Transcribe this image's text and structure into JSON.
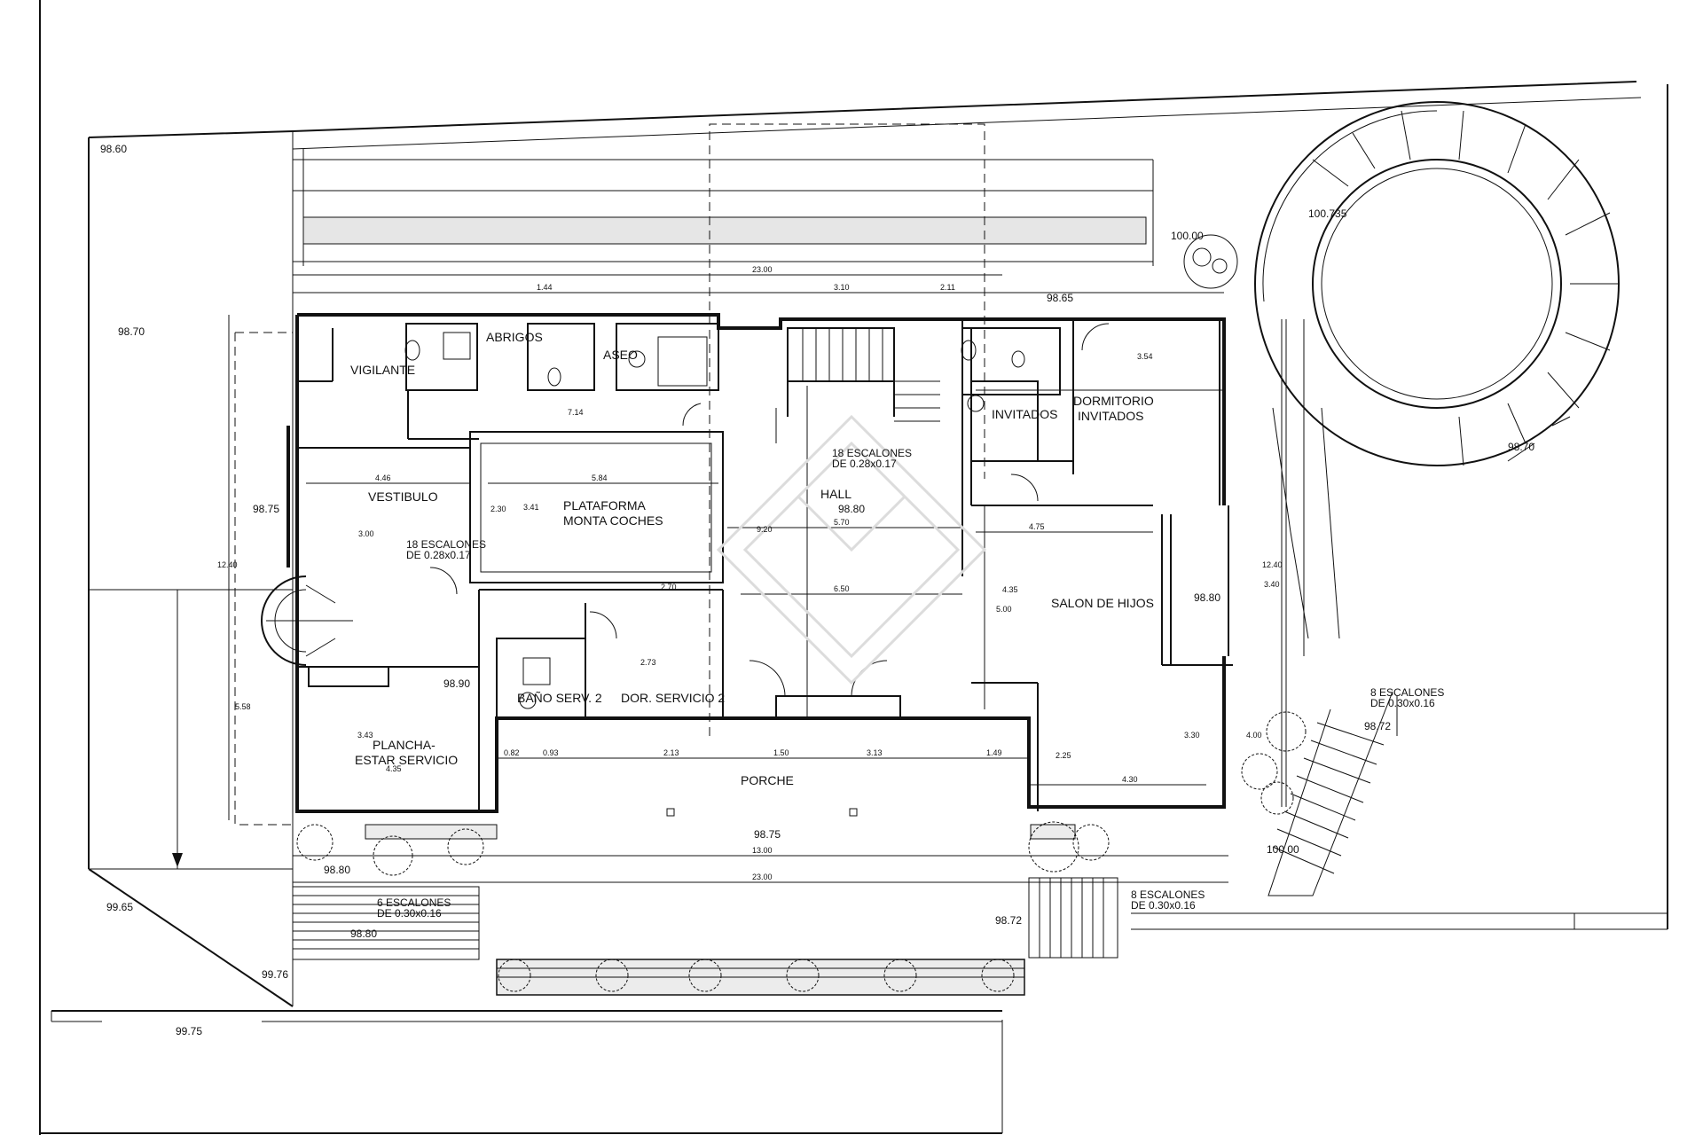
{
  "rooms": {
    "vigilante": "VIGILANTE",
    "abrigos": "ABRIGOS",
    "aseo": "ASEO",
    "vestibulo": "VESTIBULO",
    "plataforma_1": "PLATAFORMA",
    "plataforma_2": "MONTA COCHES",
    "hall": "HALL",
    "invitados": "INVITADOS",
    "dormitorio_1": "DORMITORIO",
    "dormitorio_2": "INVITADOS",
    "salon_hijos": "SALON DE HIJOS",
    "bano_serv": "BAÑO SERV. 2",
    "dor_servicio": "DOR. SERVICIO 2",
    "plancha_1": "PLANCHA-",
    "plancha_2": "ESTAR SERVICIO",
    "porche": "PORCHE"
  },
  "elevations": {
    "e1": "98.60",
    "e2": "98.70",
    "e3": "98.75",
    "e4": "98.90",
    "e5": "98.80",
    "e6": "98.75",
    "e7": "99.65",
    "e8": "98.80",
    "e9": "99.76",
    "e10": "99.75",
    "e11": "98.72",
    "e12": "98.80",
    "e13": "100.735",
    "e14": "100.00",
    "e15": "98.65",
    "e16": "98.70",
    "e17": "98.72",
    "e18": "100.00",
    "e19": "98.80"
  },
  "stairs": {
    "s1_a": "18 ESCALONES",
    "s1_b": "DE 0.28x0.17",
    "s2_a": "18 ESCALONES",
    "s2_b": "DE 0.28x0.17",
    "s3_a": "6 ESCALONES",
    "s3_b": "DE 0.30x0.16",
    "s4_a": "8 ESCALONES",
    "s4_b": "DE 0.30x0.16",
    "s5_a": "8 ESCALONES",
    "s5_b": "DE 0.30x0.16"
  },
  "dimensions": {
    "total_top": "23.00",
    "total_bottom": "23.00",
    "porch_13": "13.00",
    "left_1240": "12.40",
    "right_1240": "12.40",
    "d_584": "5.84",
    "d_570": "5.70",
    "d_650": "6.50",
    "d_446": "4.46",
    "d_435a": "4.35",
    "d_435b": "4.35",
    "d_714": "7.14",
    "d_310": "3.10",
    "d_211": "2.11",
    "d_144": "1.44",
    "d_475": "4.75",
    "d_430": "4.30",
    "d_354": "3.54",
    "d_920": "9.20",
    "d_500": "5.00",
    "d_341": "3.41",
    "d_300": "3.00",
    "d_230": "2.30",
    "d_273": "2.73",
    "d_270": "2.70",
    "d_558": "5.58",
    "d_343": "3.43",
    "d_213": "2.13",
    "d_313": "3.13",
    "d_150": "1.50",
    "d_149": "1.49",
    "d_093": "0.93",
    "d_082": "0.82",
    "d_330": "3.30",
    "d_225": "2.25",
    "d_340": "3.40",
    "d_400": "4.00"
  },
  "watermark_icon": "diamond-logo"
}
